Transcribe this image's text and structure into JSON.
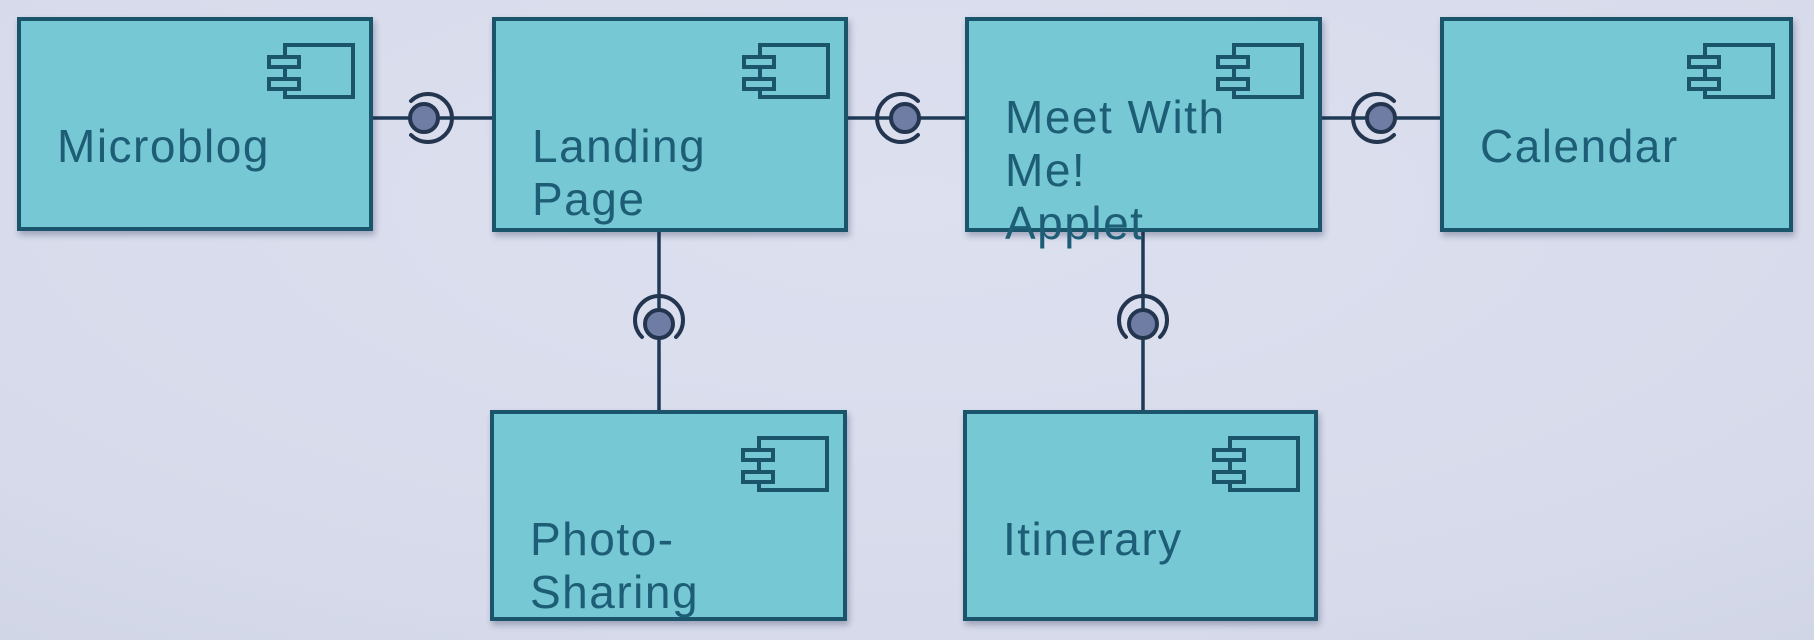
{
  "diagram": {
    "type": "uml-component-diagram",
    "components": [
      {
        "name": "Microblog",
        "lines": [
          "Microblog"
        ]
      },
      {
        "name": "Landing Page",
        "lines": [
          "Landing Page"
        ]
      },
      {
        "name": "Meet With Me! Applet",
        "lines": [
          "Meet With Me!",
          "Applet"
        ]
      },
      {
        "name": "Calendar",
        "lines": [
          "Calendar"
        ]
      },
      {
        "name": "Photo-Sharing",
        "lines": [
          "Photo-Sharing"
        ]
      },
      {
        "name": "Itinerary",
        "lines": [
          "Itinerary"
        ]
      }
    ],
    "connections": [
      {
        "from": "Microblog",
        "to": "Landing Page",
        "type": "ball-and-socket",
        "socket_opens": "left"
      },
      {
        "from": "Landing Page",
        "to": "Meet With Me! Applet",
        "type": "ball-and-socket",
        "socket_opens": "right"
      },
      {
        "from": "Meet With Me! Applet",
        "to": "Calendar",
        "type": "ball-and-socket",
        "socket_opens": "right"
      },
      {
        "from": "Landing Page",
        "to": "Photo-Sharing",
        "type": "ball-and-socket",
        "socket_opens": "down"
      },
      {
        "from": "Meet With Me! Applet",
        "to": "Itinerary",
        "type": "ball-and-socket",
        "socket_opens": "down"
      }
    ],
    "colors": {
      "component_fill": "#77c8d5",
      "component_border": "#1a556b",
      "label_text": "#1d5e76",
      "connector_line": "#1f3a57",
      "ball_fill": "#6f7ca4",
      "ball_ring": "#24364f",
      "background": "#d6daea"
    }
  }
}
